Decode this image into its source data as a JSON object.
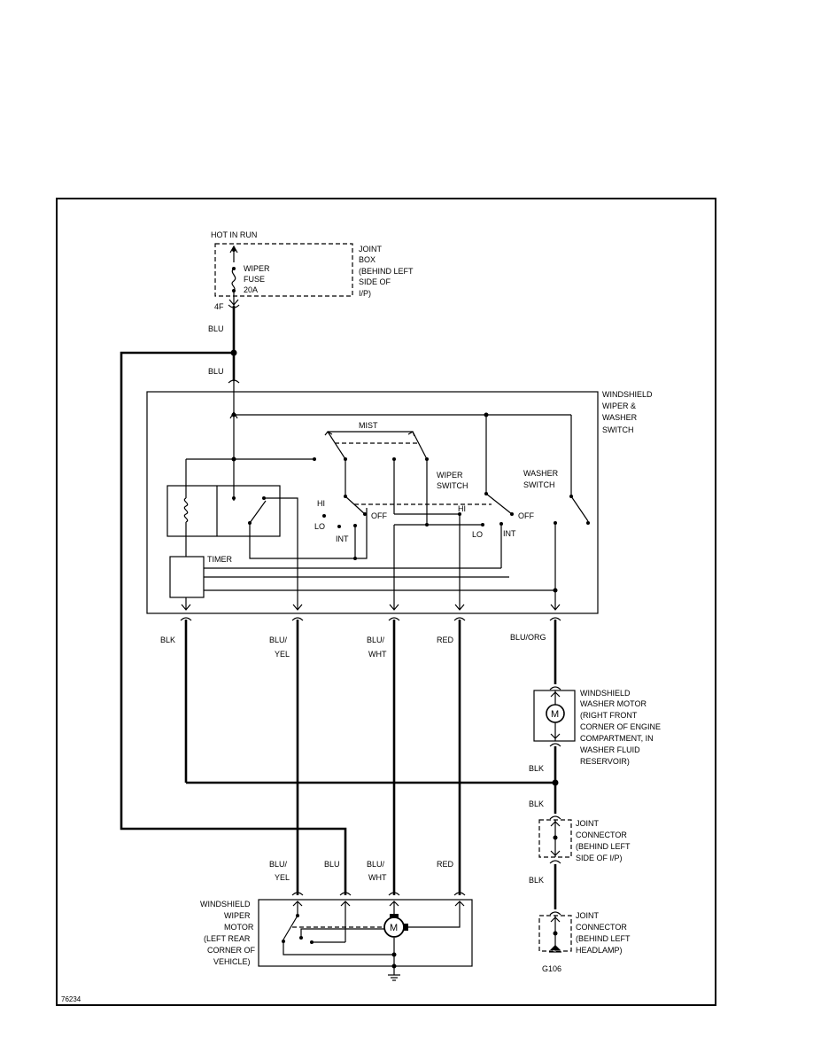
{
  "diagram_id": "76234",
  "labels": {
    "hot_in_run": "HOT IN RUN",
    "joint_box_1": "JOINT",
    "joint_box_2": "BOX",
    "joint_box_3": "(BEHIND LEFT",
    "joint_box_4": "SIDE OF",
    "joint_box_5": "I/P)",
    "fuse_1": "WIPER",
    "fuse_2": "FUSE",
    "fuse_3": "20A",
    "pin_4f": "4F",
    "blu_a": "BLU",
    "blu_b": "BLU",
    "switch_title_1": "WINDSHIELD",
    "switch_title_2": "WIPER &",
    "switch_title_3": "WASHER",
    "switch_title_4": "SWITCH",
    "mist": "MIST",
    "wiper_switch_1": "WIPER",
    "wiper_switch_2": "SWITCH",
    "washer_switch_1": "WASHER",
    "washer_switch_2": "SWITCH",
    "hi_left": "HI",
    "lo_left": "LO",
    "int_left": "INT",
    "off_left": "OFF",
    "hi_right": "HI",
    "lo_right": "LO",
    "int_right": "INT",
    "off_right": "OFF",
    "timer": "TIMER",
    "w_blk": "BLK",
    "w_bluyel_1": "BLU/",
    "w_bluyel_2": "YEL",
    "w_bluwht_1": "BLU/",
    "w_bluwht_2": "WHT",
    "w_red": "RED",
    "w_bluorg": "BLU/ORG",
    "washer_motor_1": "WINDSHIELD",
    "washer_motor_2": "WASHER MOTOR",
    "washer_motor_3": "(RIGHT FRONT",
    "washer_motor_4": "CORNER OF ENGINE",
    "washer_motor_5": "COMPARTMENT, IN",
    "washer_motor_6": "WASHER FLUID",
    "washer_motor_7": "RESERVOIR)",
    "blk_1": "BLK",
    "blk_2": "BLK",
    "blk_3": "BLK",
    "jc1_1": "JOINT",
    "jc1_2": "CONNECTOR",
    "jc1_3": "(BEHIND LEFT",
    "jc1_4": "SIDE OF I/P)",
    "jc2_1": "JOINT",
    "jc2_2": "CONNECTOR",
    "jc2_3": "(BEHIND LEFT",
    "jc2_4": "HEADLAMP)",
    "ground": "G106",
    "m_bluyel_1": "BLU/",
    "m_bluyel_2": "YEL",
    "m_blu": "BLU",
    "m_bluwht_1": "BLU/",
    "m_bluwht_2": "WHT",
    "m_red": "RED",
    "wiper_motor_1": "WINDSHIELD",
    "wiper_motor_2": "WIPER",
    "wiper_motor_3": "MOTOR",
    "wiper_motor_4": "(LEFT REAR",
    "wiper_motor_5": "CORNER OF",
    "wiper_motor_6": "VEHICLE)",
    "motor_symbol_1": "M",
    "motor_symbol_2": "M"
  }
}
